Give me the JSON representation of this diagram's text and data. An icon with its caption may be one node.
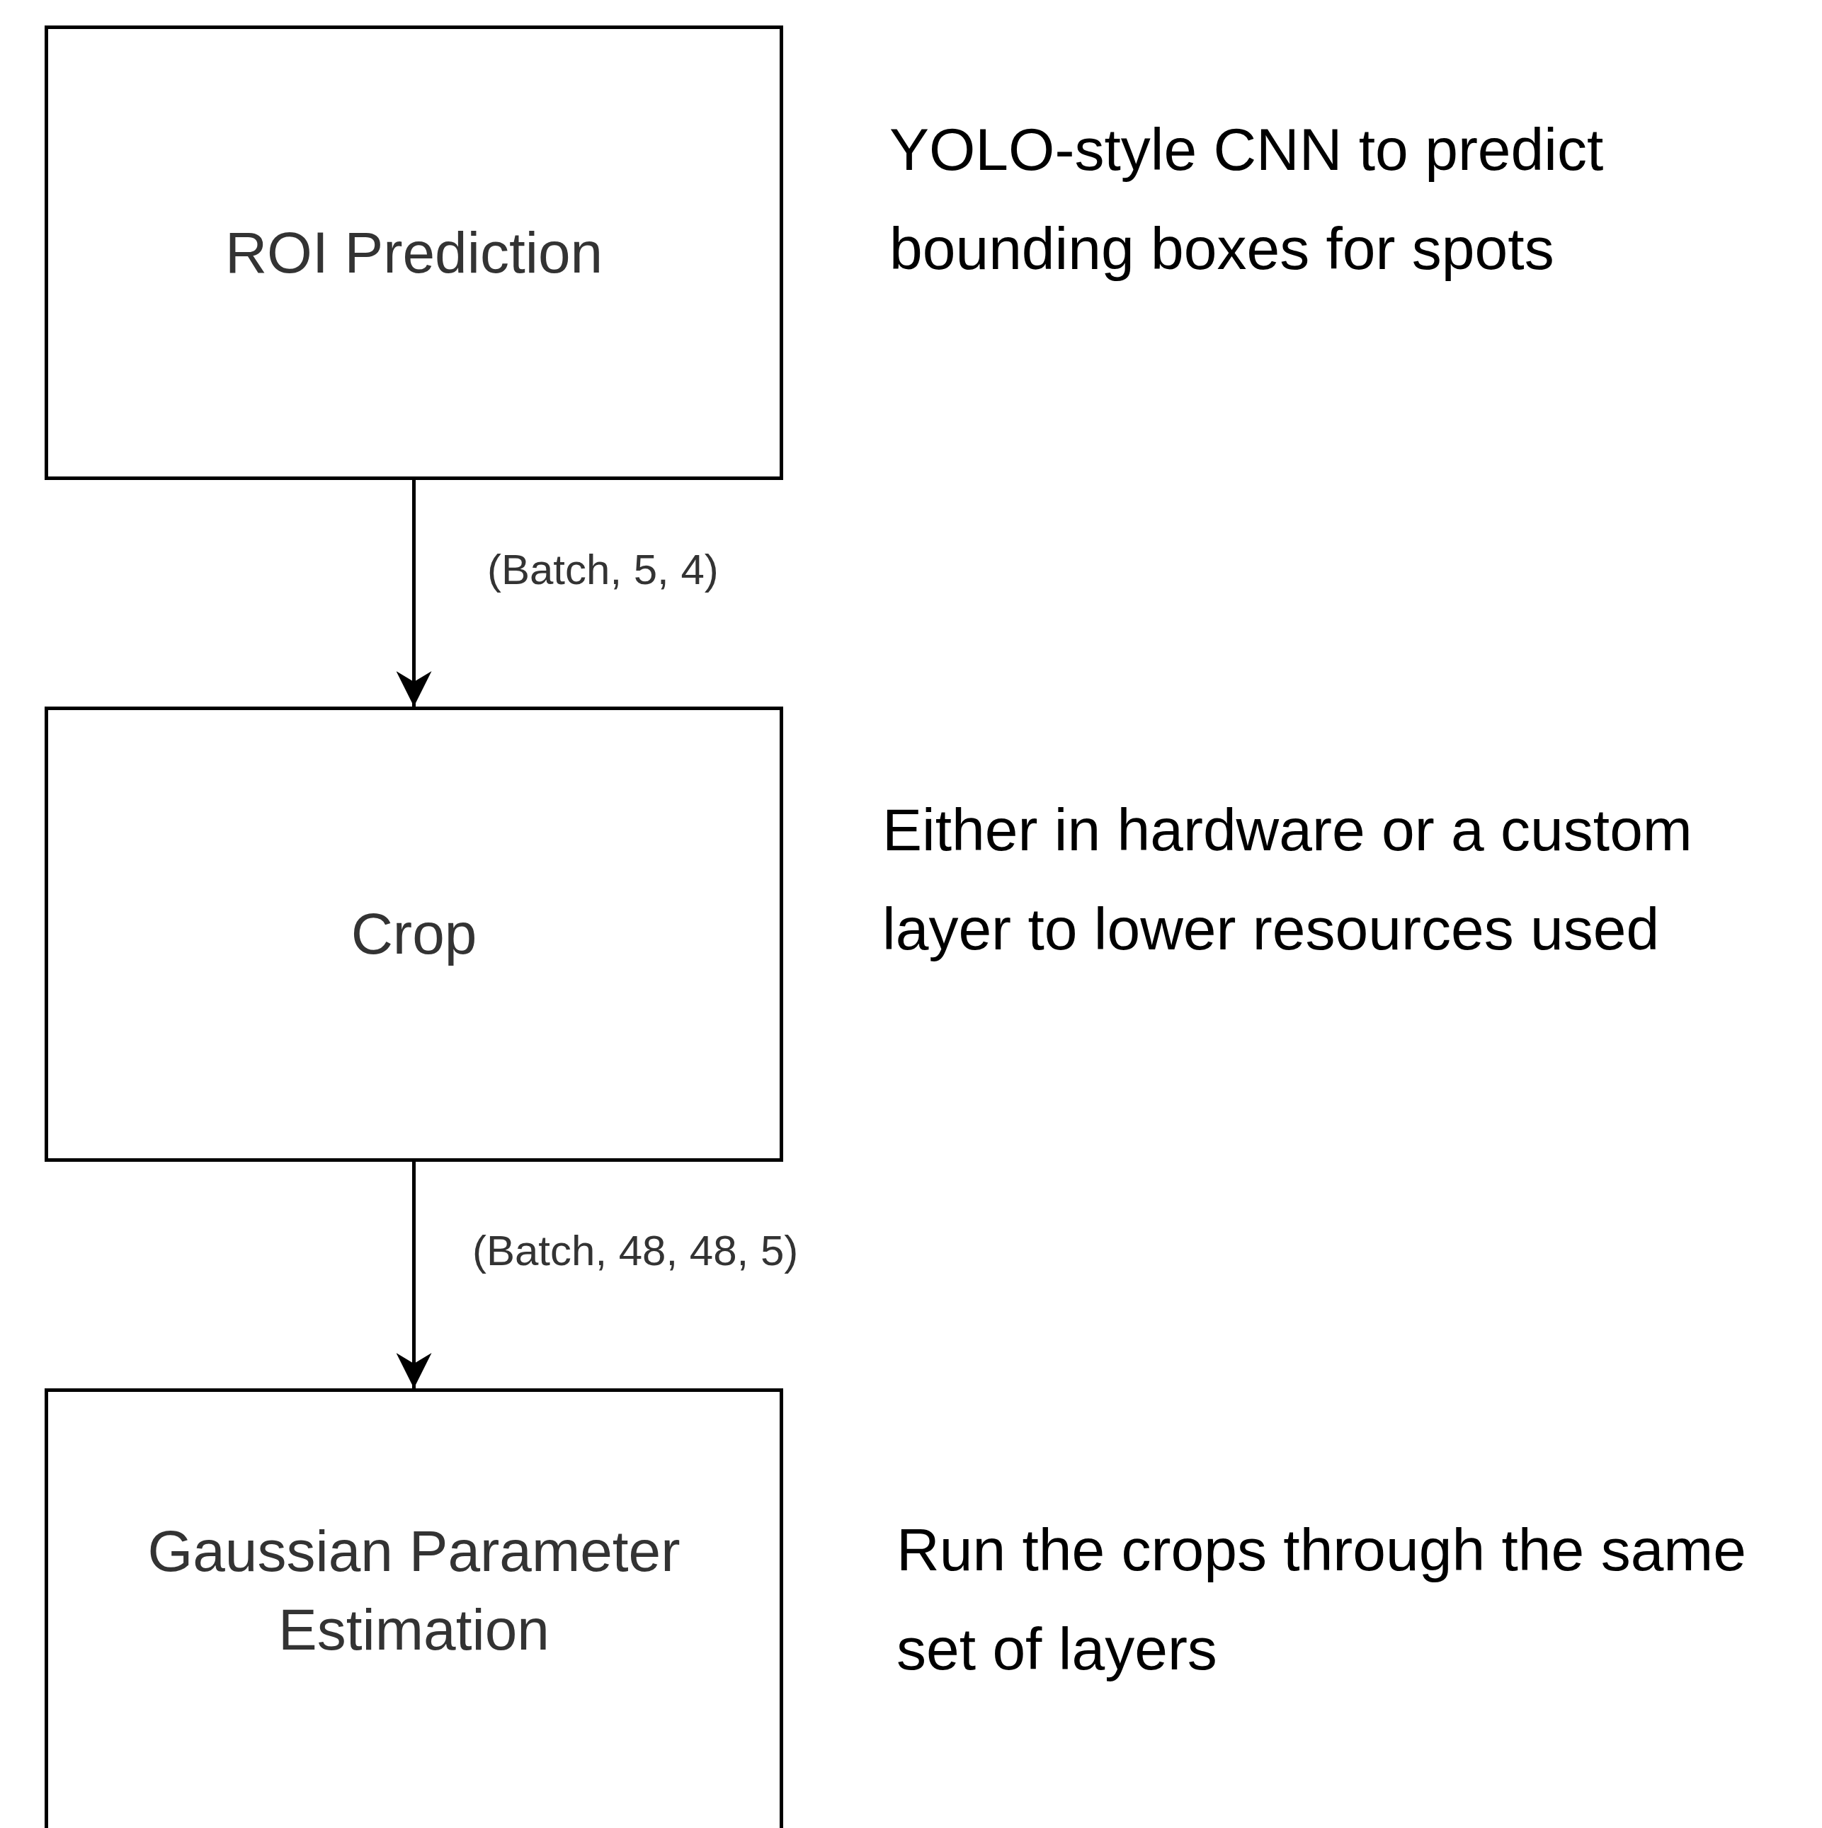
{
  "diagram": {
    "nodes": [
      {
        "text": [
          "ROI Prediction"
        ],
        "beside": [
          "YOLO-style CNN to predict bounding boxes for spots"
        ]
      },
      {
        "text": [
          "Crop"
        ],
        "beside": [
          "Either in hardware or a custom layer to lower resources used"
        ]
      },
      {
        "text": [
          "Gaussian Parameter Estimation"
        ],
        "beside": [
          "Run the crops through the same set of layers"
        ]
      }
    ],
    "edges": [
      {
        "from": 0,
        "to": 1,
        "arrow": "to",
        "label": "(Batch, 5, 4)"
      },
      {
        "from": 1,
        "to": 2,
        "arrow": "to",
        "label": "(Batch, 48, 48, 5)"
      }
    ]
  }
}
